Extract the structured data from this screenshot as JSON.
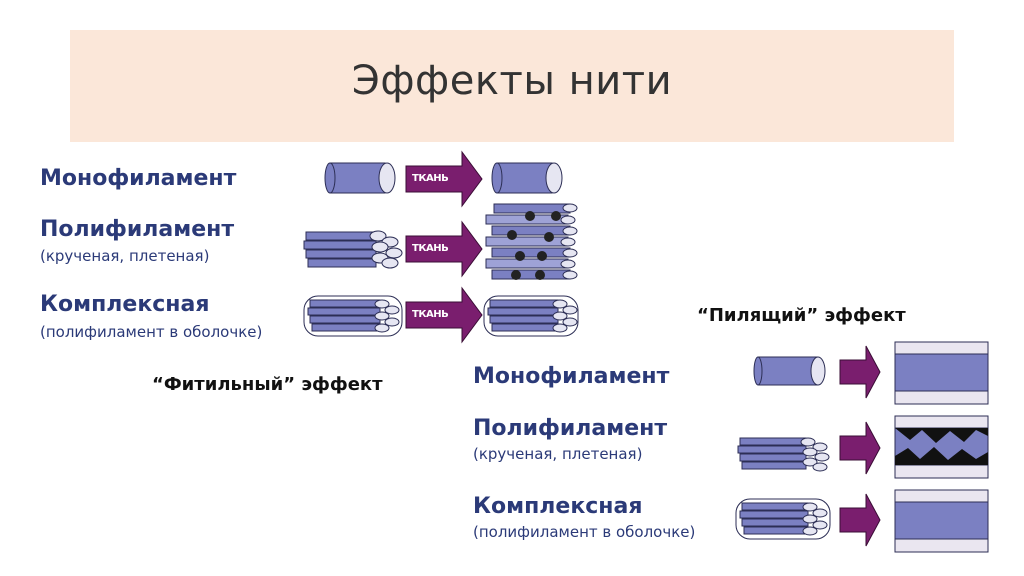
{
  "title": "Эффекты нити",
  "wick": {
    "effect_title": "“Фитильный” эффект",
    "rows": [
      {
        "label": "Монофиламент",
        "sub": "",
        "arrow_text": "ТКАНЬ"
      },
      {
        "label": "Полифиламент",
        "sub": "(крученая, плетеная)",
        "arrow_text": "ТКАНЬ"
      },
      {
        "label": "Комплексная",
        "sub": "(полифиламент в оболочке)",
        "arrow_text": "ТКАНЬ"
      }
    ]
  },
  "saw": {
    "effect_title": "“Пилящий” эффект",
    "rows": [
      {
        "label": "Монофиламент",
        "sub": ""
      },
      {
        "label": "Полифиламент",
        "sub": "(крученая, плетеная)"
      },
      {
        "label": "Комплексная",
        "sub": "(полифиламент в оболочке)"
      }
    ]
  },
  "colors": {
    "fiber": "#7b80c2",
    "fiber_dark": "#3d3f73",
    "arrow": "#7a1e6e",
    "band": "#fbe7d9",
    "label": "#2b3a78"
  }
}
